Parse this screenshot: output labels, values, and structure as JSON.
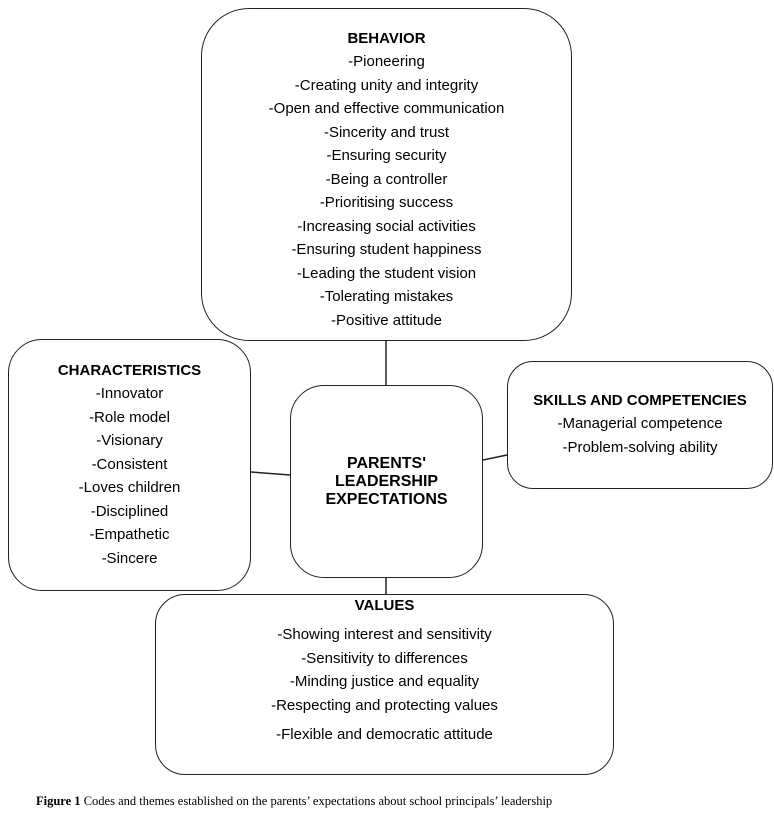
{
  "diagram": {
    "center": {
      "title_lines": [
        "PARENTS'",
        "LEADERSHIP",
        "EXPECTATIONS"
      ]
    },
    "behavior": {
      "title": "BEHAVIOR",
      "items": [
        "-Pioneering",
        "-Creating unity and integrity",
        "-Open and effective communication",
        "-Sincerity and trust",
        "-Ensuring security",
        "-Being a controller",
        "-Prioritising success",
        "-Increasing social activities",
        "-Ensuring student happiness",
        "-Leading the student vision",
        "-Tolerating mistakes",
        "-Positive attitude"
      ]
    },
    "characteristics": {
      "title": "CHARACTERISTICS",
      "items": [
        "-Innovator",
        "-Role model",
        "-Visionary",
        "-Consistent",
        "-Loves children",
        "-Disciplined",
        "-Empathetic",
        "-Sincere"
      ]
    },
    "skills": {
      "title": "SKILLS AND COMPETENCIES",
      "items": [
        "-Managerial competence",
        "-Problem-solving ability"
      ]
    },
    "values": {
      "title": "VALUES",
      "items": [
        "-Showing interest and sensitivity",
        "-Sensitivity to differences",
        "-Minding justice and equality",
        "-Respecting and protecting values",
        "-Flexible and democratic attitude"
      ]
    }
  },
  "caption": {
    "label": "Figure 1",
    "text": " Codes and themes established on the parents’ expectations about school principals’ leadership"
  }
}
